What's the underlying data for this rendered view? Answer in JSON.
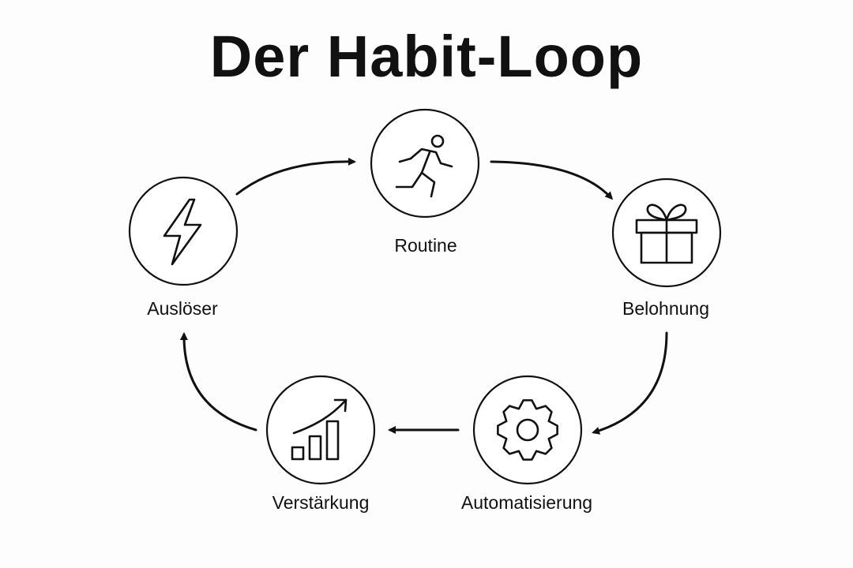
{
  "title": "Der Habit-Loop",
  "nodes": [
    {
      "id": "trigger",
      "label": "Auslöser",
      "icon": "lightning-icon"
    },
    {
      "id": "routine",
      "label": "Routine",
      "icon": "running-person-icon"
    },
    {
      "id": "reward",
      "label": "Belohnung",
      "icon": "gift-icon"
    },
    {
      "id": "automation",
      "label": "Automatisierung",
      "icon": "gear-icon"
    },
    {
      "id": "reinforcement",
      "label": "Verstärkung",
      "icon": "growth-chart-icon"
    }
  ],
  "flow": [
    "trigger",
    "routine",
    "reward",
    "automation",
    "reinforcement",
    "trigger"
  ],
  "colors": {
    "ink": "#111111",
    "background": "#fdfdfd",
    "circle_fill": "#ffffff"
  }
}
